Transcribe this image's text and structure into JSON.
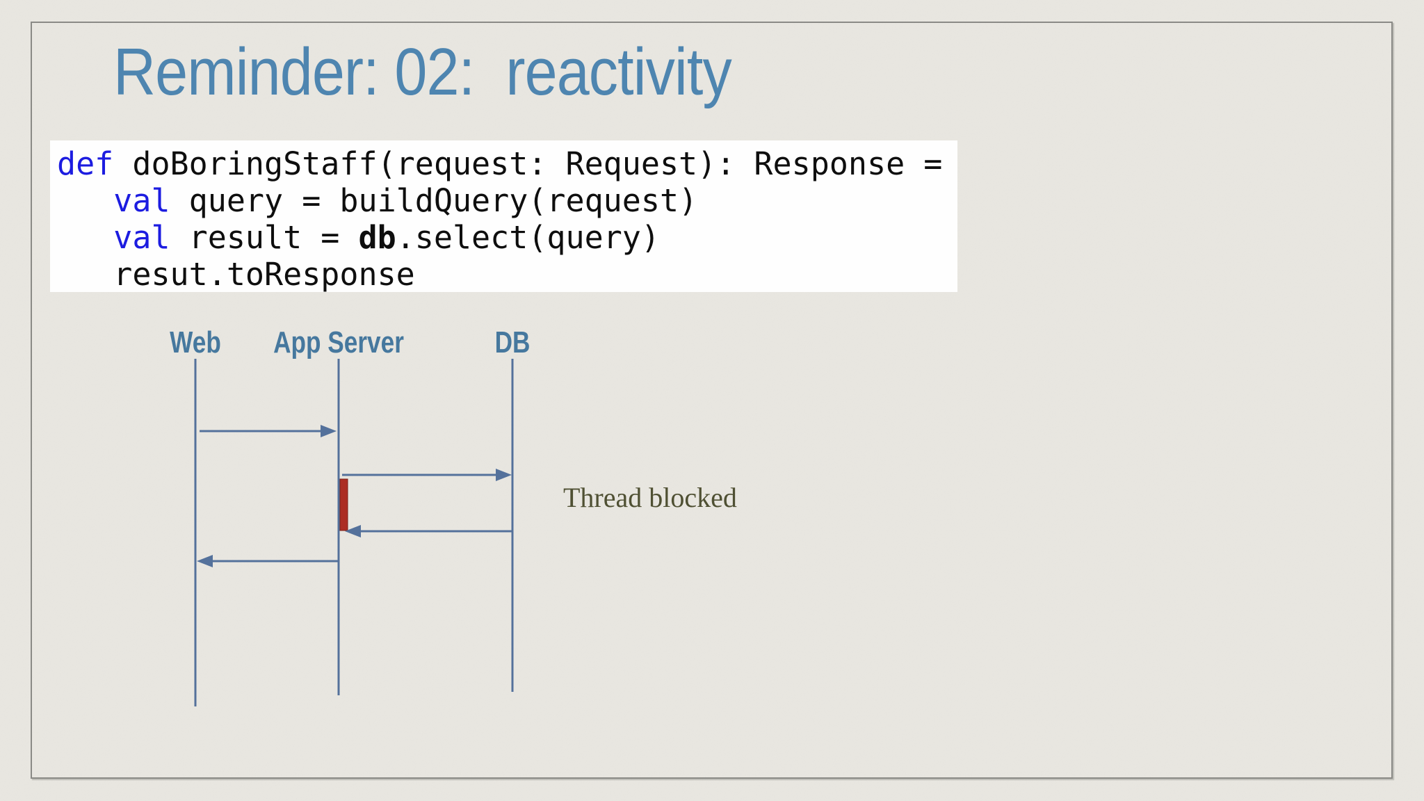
{
  "slide": {
    "title": "Reminder: 02:  reactivity"
  },
  "code": {
    "lines": [
      [
        {
          "t": "def",
          "c": "kw"
        },
        {
          "t": " doBoringStaff(request: Request): Response =",
          "c": "p"
        }
      ],
      [
        {
          "t": "   ",
          "c": "p"
        },
        {
          "t": "val",
          "c": "kw"
        },
        {
          "t": " query = buildQuery(request)",
          "c": "p"
        }
      ],
      [
        {
          "t": "   ",
          "c": "p"
        },
        {
          "t": "val",
          "c": "kw"
        },
        {
          "t": " result = ",
          "c": "p"
        },
        {
          "t": "db",
          "c": "b"
        },
        {
          "t": ".select(query)",
          "c": "p"
        }
      ],
      [
        {
          "t": "   resut.toResponse",
          "c": "p"
        }
      ]
    ]
  },
  "diagram": {
    "lifelines": [
      {
        "label": "Web"
      },
      {
        "label": "App Server"
      },
      {
        "label": "DB"
      }
    ],
    "annotation": "Thread blocked"
  },
  "colors": {
    "bg": "#e9e7e1",
    "frame": "#8a8a86",
    "codeBg": "#fefefe",
    "codeText": "#0e0e0e",
    "kw": "#1c1ce0",
    "titleBlue": "#4e85b0",
    "labelBlue": "#46789e",
    "slate": "#54719b",
    "red": "#ac2d23",
    "olive": "#4f5033"
  }
}
